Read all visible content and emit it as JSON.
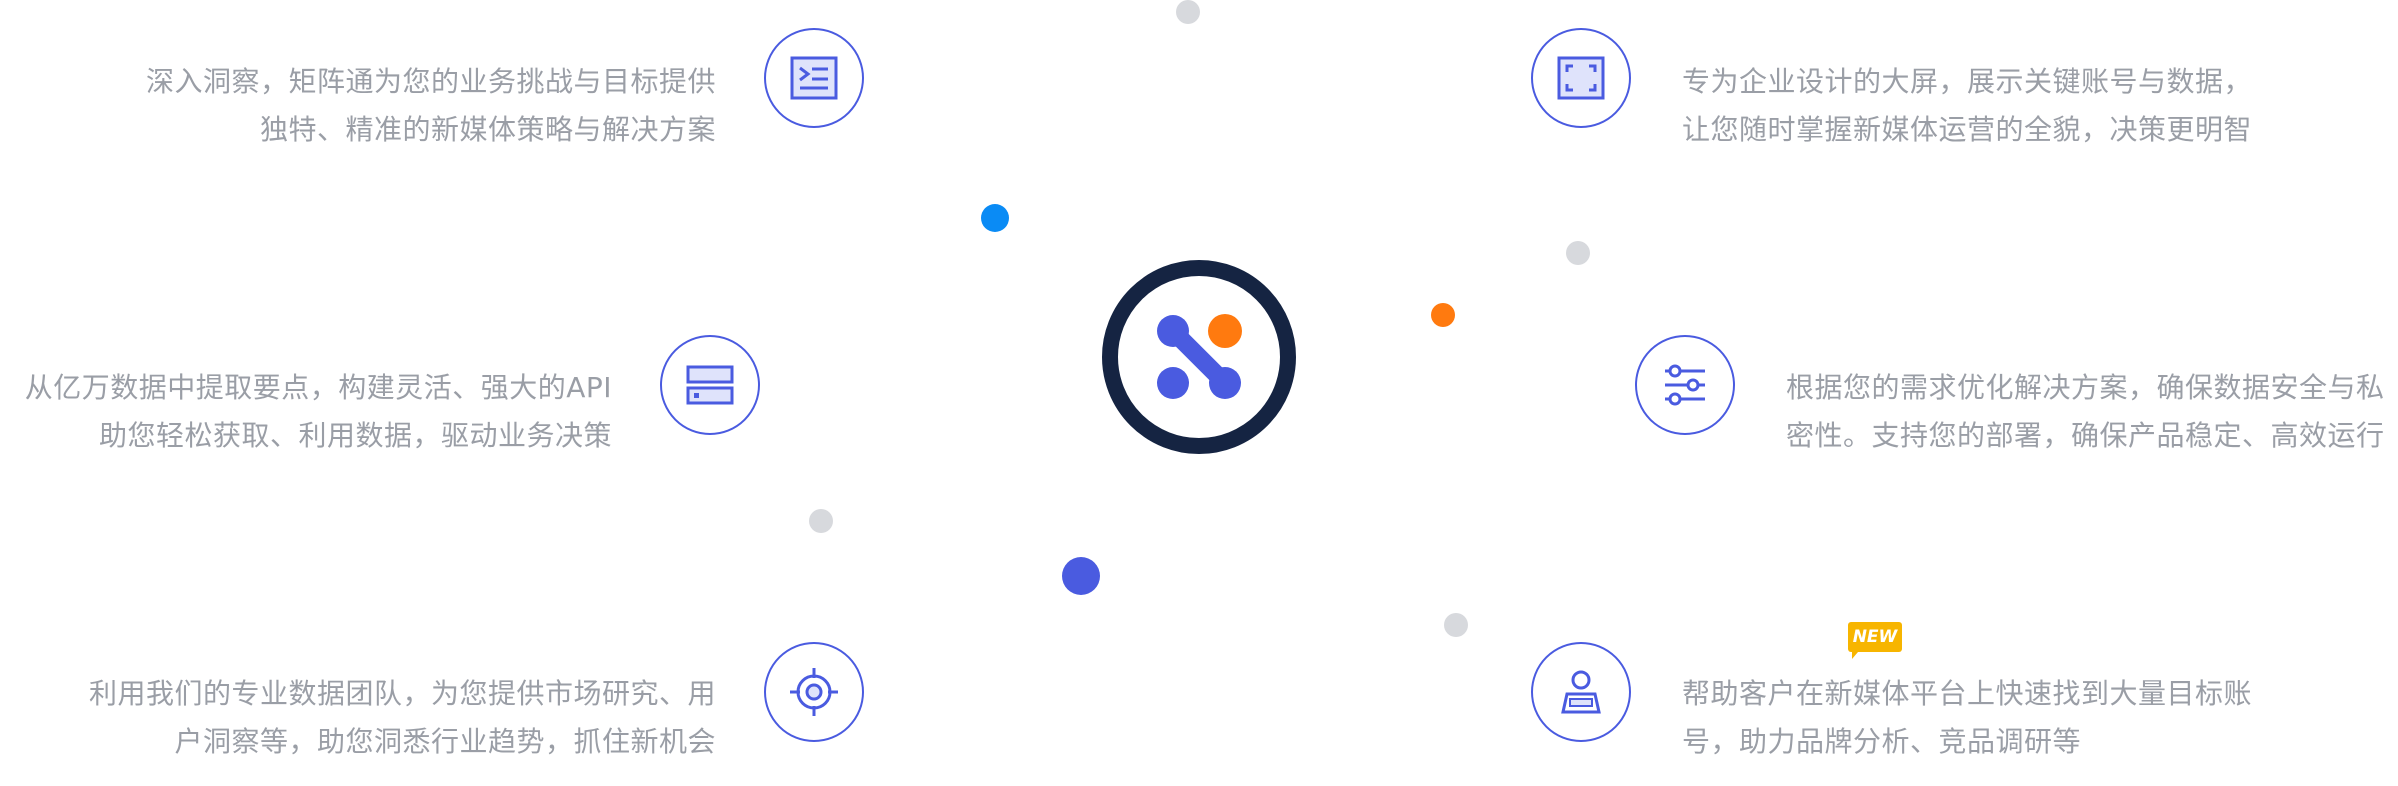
{
  "features": {
    "strategy": {
      "line1": "深入洞察，矩阵通为您的业务挑战与目标提供",
      "line2": "独特、精准的新媒体策略与解决方案",
      "icon": "terminal-doc-icon"
    },
    "bigscreen": {
      "line1": "专为企业设计的大屏，展示关键账号与数据，",
      "line2": "让您随时掌握新媒体运营的全貌，决策更明智",
      "icon": "fullscreen-icon"
    },
    "api": {
      "line1": "从亿万数据中提取要点，构建灵活、强大的API",
      "line2": "助您轻松获取、利用数据，驱动业务决策",
      "icon": "server-icon"
    },
    "private": {
      "line1": "根据您的需求优化解决方案，确保数据安全与私",
      "line2": "密性。支持您的部署，确保产品稳定、高效运行",
      "icon": "sliders-icon"
    },
    "research": {
      "line1": "利用我们的专业数据团队，为您提供市场研究、用",
      "line2": "户洞察等，助您洞悉行业趋势，抓住新机会",
      "icon": "target-icon"
    },
    "finder": {
      "line1": "帮助客户在新媒体平台上快速找到大量目标账",
      "line2": "号，助力品牌分析、竞品调研等",
      "icon": "user-card-icon",
      "badge": "NEW"
    }
  },
  "colors": {
    "accent": "#4a5be0",
    "dark_ring": "#152442",
    "orange": "#ff7a0f",
    "blue": "#0a8bf5",
    "gray_dot": "#d7d9dd",
    "badge": "#f7b500",
    "text": "#9a9ea6"
  }
}
